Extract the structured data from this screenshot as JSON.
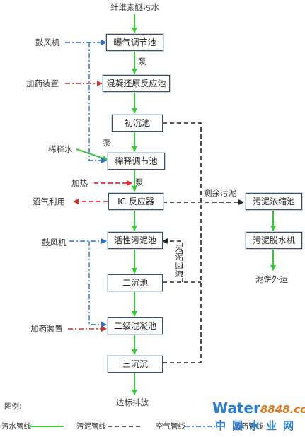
{
  "title": "纤维素醚污水",
  "boxes": {
    "aeration_tank": "曝气调节池",
    "coag_reduction": "混凝还原反应池",
    "primary_sed": "初沉池",
    "dilution_tank": "稀释调节池",
    "ic_reactor": "IC 反应器",
    "activated_sludge": "活性污泥池",
    "secondary_sed": "二沉池",
    "secondary_coag": "二级混凝池",
    "tertiary_sed": "三沉沉",
    "sludge_thickener": "污泥浓缩池",
    "sludge_dewatering": "污泥脱水机"
  },
  "labels": {
    "blower_1": "鼓风机",
    "dosing_1": "加药装置",
    "dilution_water": "稀释水",
    "heating": "加热",
    "biogas": "沼气利用",
    "blower_2": "鼓风机",
    "dosing_2": "加药装置",
    "pump_1": "泵",
    "pump_2": "泵",
    "pump_3": "泵",
    "excess_sludge": "剩余污泥",
    "sludge_return": "污泥回流",
    "sludge_cake": "泥饼外运",
    "discharge": "达标排放"
  },
  "legend": {
    "title": "图例:",
    "sewage": "污水管线",
    "sludge": "污泥管线",
    "air": "空气管线",
    "dosing": "加药管线"
  },
  "watermark": {
    "brand_prefix": "Water",
    "brand_num": "8848",
    "brand_suffix": ".com",
    "sub": "中国水业网"
  },
  "colors": {
    "sewage": "#33cc33",
    "sludge": "#222222",
    "air": "#2f6fd0",
    "dosing": "#c0392b",
    "heating": "#e03030"
  }
}
